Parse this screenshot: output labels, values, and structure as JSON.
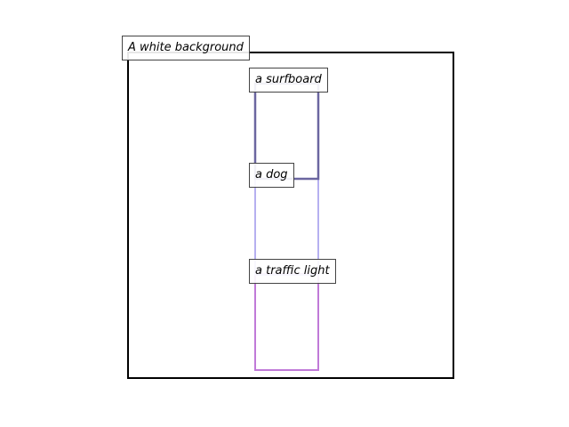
{
  "labels": {
    "background": "A white background",
    "surfboard": "a surfboard",
    "dog": "a dog",
    "traffic_light": "a traffic light"
  },
  "colors": {
    "frame": "#000000",
    "surfboard": "#6b66a0",
    "dog": "#b6b0f0",
    "traffic_light": "#c07ad8"
  }
}
